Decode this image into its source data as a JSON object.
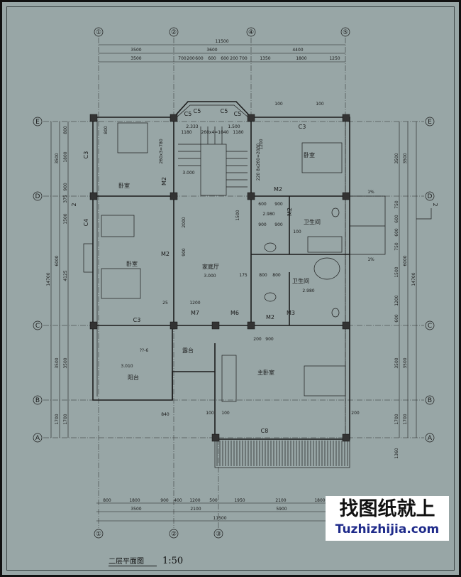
{
  "drawing": {
    "title": "二层平面图",
    "scale": "1:50",
    "colors": {
      "background": "#98a6a6",
      "lines": "#1c1c1c",
      "watermark_text": "#1e2a8a"
    }
  },
  "axes": {
    "top": [
      "①",
      "②",
      "④",
      "⑤"
    ],
    "bottom": [
      "①",
      "②",
      "③"
    ],
    "left": [
      "E",
      "D",
      "C",
      "B",
      "A"
    ],
    "right": [
      "E",
      "D",
      "C",
      "B",
      "A"
    ]
  },
  "dims_top": {
    "total": "11500",
    "row2": [
      "3500",
      "3600",
      "4400"
    ],
    "row3": [
      "3500",
      "700",
      "200",
      "600",
      "600",
      "600",
      "200",
      "700",
      "1350",
      "1800",
      "1250"
    ]
  },
  "dims_bottom": {
    "row1": [
      "800",
      "1800",
      "900",
      "400",
      "1200",
      "500",
      "1950",
      "2100",
      "1800"
    ],
    "row2": [
      "3500",
      "2100",
      "5900"
    ],
    "total": "11500"
  },
  "dims_left": {
    "total": "14700",
    "row2": [
      "3500",
      "6000",
      "3500",
      "1700"
    ],
    "row3": [
      "800",
      "1800",
      "900",
      "375",
      "1500",
      "4125",
      "3500",
      "1700"
    ]
  },
  "dims_right": {
    "total": "14700",
    "row2": [
      "3500",
      "6000",
      "3500",
      "1700"
    ],
    "row3": [
      "3500",
      "750",
      "600",
      "600",
      "750",
      "1500",
      "1200",
      "600",
      "3500",
      "1700",
      "1360"
    ],
    "slope": [
      "1%",
      "1%"
    ],
    "section_mark": "2"
  },
  "dims_left_mark": "2",
  "rooms": {
    "bedroom_nw": "卧室",
    "bedroom_w": "卧室",
    "bedroom_ne": "卧室",
    "family_hall": "家庭厅",
    "master_bedroom": "主卧室",
    "balcony": "阳台",
    "terrace": "露台",
    "bathroom_1": "卫生间",
    "bathroom_2": "卫生间"
  },
  "elevations": {
    "stair_a": "2.333",
    "stair_b": "1.500",
    "stair_c": "3.000",
    "hall": "3.000",
    "bath_1": "2.980",
    "bath_2": "2.980",
    "balcony": "3.010"
  },
  "stair_dims": {
    "a": "1180",
    "b": "260x4=1040",
    "c": "1180",
    "side_l": "260x3=780",
    "side_r": "220 8x260=2080"
  },
  "openings": {
    "c5": [
      "C5",
      "C5",
      "C5",
      "C5"
    ],
    "c3_ne": "C3",
    "c3_w": "C3",
    "c4": "C4",
    "c3_s": "C3",
    "c8": "C8",
    "m2": [
      "M2",
      "M2",
      "M2",
      "M2",
      "M2"
    ],
    "m7": "M7",
    "m6": "M6",
    "m3": "M3"
  },
  "misc_dims": [
    "600",
    "900",
    "900",
    "900",
    "800",
    "800",
    "100",
    "1500",
    "2000",
    "900",
    "1200",
    "175",
    "25",
    "840",
    "100",
    "100",
    "200",
    "200",
    "900",
    "1200",
    "100",
    "100",
    "800"
  ],
  "detail_ref": "??-6",
  "watermark": {
    "cn": "找图纸就上",
    "en": "Tuzhizhijia.com"
  }
}
